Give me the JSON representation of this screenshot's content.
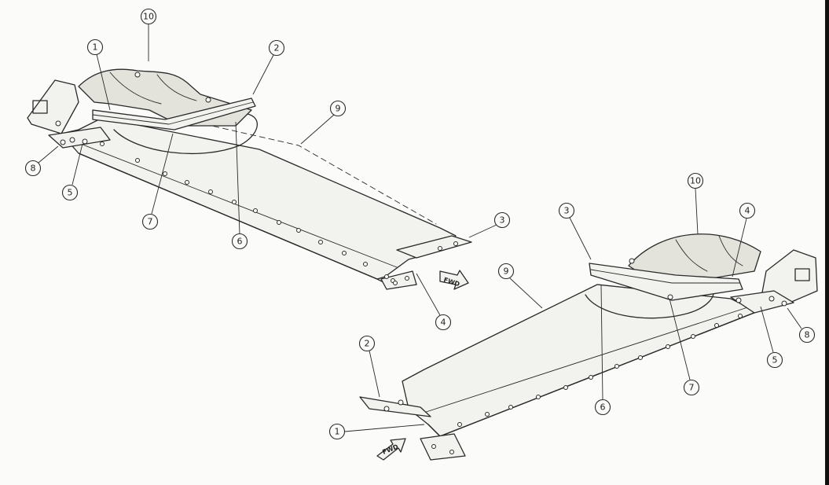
{
  "callouts": {
    "c1": "1",
    "c2": "2",
    "c3": "3",
    "c4": "4",
    "c5": "5",
    "c6": "6",
    "c7": "7",
    "c8": "8",
    "c9": "9",
    "c10": "10"
  },
  "fwd_label": "FWD",
  "colors": {
    "line": "#2a2a2a",
    "paper": "#fbfbf9"
  },
  "icons": [
    "fwd-arrow-icon"
  ]
}
